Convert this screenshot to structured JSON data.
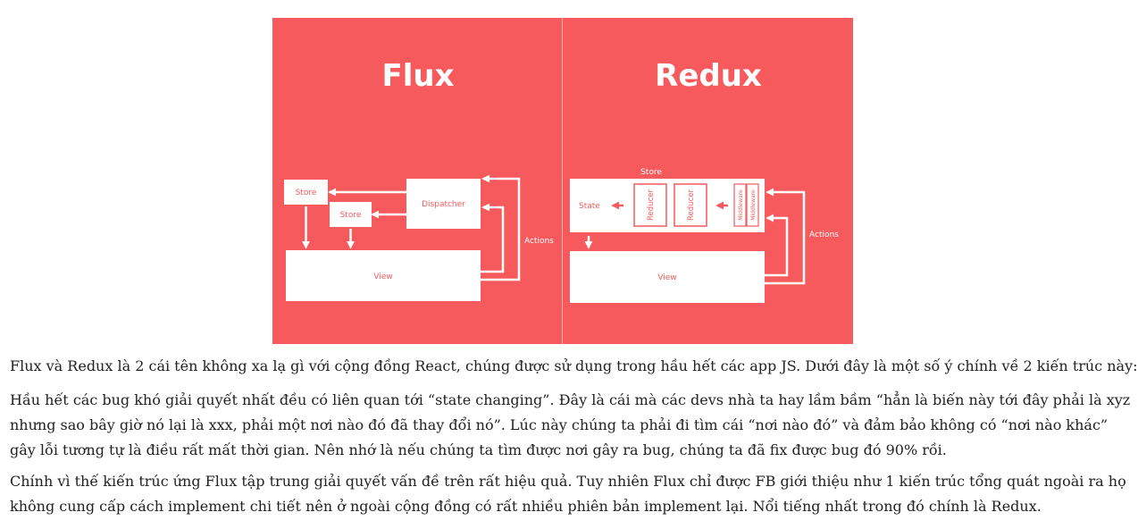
{
  "colors": {
    "panel_bg": "#f65a5c",
    "box_fill": "#ffffff",
    "box_text": "#f65a5c",
    "arrow": "#ffffff",
    "text": "#222222"
  },
  "diagram": {
    "flux": {
      "title": "Flux",
      "store_1": "Store",
      "store_2": "Store",
      "dispatcher": "Dispatcher",
      "view": "View",
      "actions": "Actions"
    },
    "redux": {
      "title": "Redux",
      "store": "Store",
      "state": "State",
      "reducer_1": "Reducer",
      "reducer_2": "Reducer",
      "middleware_1": "Middleware",
      "middleware_2": "Middleware",
      "view": "View",
      "actions": "Actions"
    }
  },
  "article": {
    "caption": "Flux và Redux là 2 cái tên không xa lạ gì với cộng đồng React, chúng được sử dụng trong hầu hết các app JS. Dưới đây là một số ý chính về 2 kiến trúc này:",
    "paragraph_1": [
      "Hầu hết các bug khó giải quyết nhất đều có liên quan tới “state changing”. Đây là cái mà các devs nhà ta hay lầm bầm “hẳn là biến này tới đây phải là xyz",
      "nhưng sao bây giờ nó lại là xxx, phải một nơi nào đó đã thay đổi nó”. Lúc này chúng ta phải đi tìm cái “nơi nào đó” và đảm bảo không có “nơi nào khác”",
      "gây lỗi tương tự là điều rất mất thời gian. Nên nhớ là nếu chúng ta tìm được nơi gây ra bug, chúng ta đã fix được bug đó 90% rồi."
    ],
    "paragraph_2": [
      "Chính vì thế kiến trúc ứng Flux tập trung giải quyết vấn đề trên rất hiệu quả. Tuy nhiên Flux chỉ được FB giới thiệu như 1 kiến trúc tổng quát ngoài ra họ",
      "không cung cấp cách implement chi tiết nên ở ngoài cộng đồng có rất nhiều phiên bản implement lại. Nổi tiếng nhất trong đó chính là Redux."
    ]
  }
}
